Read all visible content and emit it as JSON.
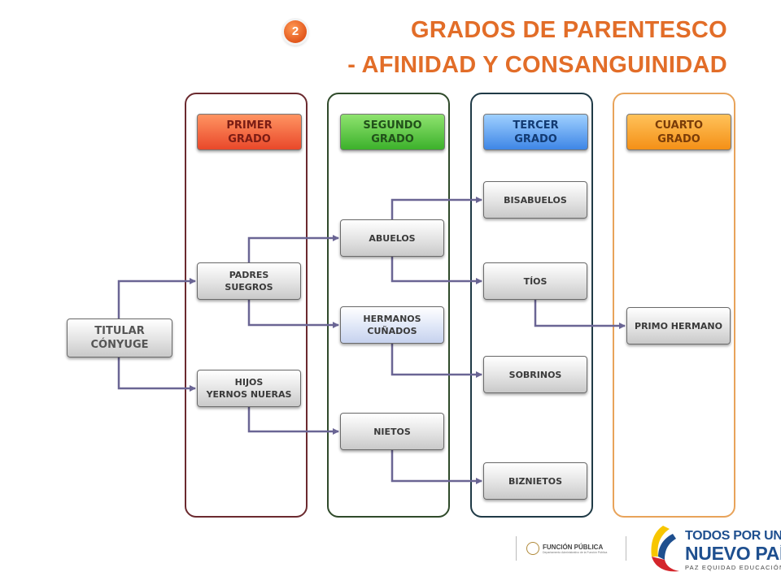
{
  "slide": {
    "badge": "2",
    "title_line1": "GRADOS DE PARENTESCO",
    "title_line2": "- AFINIDAD Y CONSANGUINIDAD"
  },
  "headers": [
    {
      "line1": "PRIMER",
      "line2": "GRADO"
    },
    {
      "line1": "SEGUNDO",
      "line2": "GRADO"
    },
    {
      "line1": "TERCER",
      "line2": "GRADO"
    },
    {
      "line1": "CUARTO",
      "line2": "GRADO"
    }
  ],
  "nodes": {
    "titular": {
      "line1": "TITULAR",
      "line2": "CÓNYUGE"
    },
    "padres": {
      "line1": "PADRES",
      "line2": "SUEGROS"
    },
    "hijos": {
      "line1": "HIJOS",
      "line2": "YERNOS NUERAS"
    },
    "abuelos": {
      "line1": "ABUELOS"
    },
    "hermanos": {
      "line1": "HERMANOS",
      "line2": "CUÑADOS"
    },
    "nietos": {
      "line1": "NIETOS"
    },
    "bisabuelos": {
      "line1": "BISABUELOS"
    },
    "tios": {
      "line1": "TÍOS"
    },
    "sobrinos": {
      "line1": "SOBRINOS"
    },
    "biznietos": {
      "line1": "BIZNIETOS"
    },
    "primo": {
      "line1": "PRIMO HERMANO"
    }
  },
  "edges": [
    [
      "titular",
      "padres"
    ],
    [
      "titular",
      "hijos"
    ],
    [
      "padres",
      "abuelos"
    ],
    [
      "padres",
      "hermanos"
    ],
    [
      "hijos",
      "nietos"
    ],
    [
      "abuelos",
      "bisabuelos"
    ],
    [
      "abuelos",
      "tios"
    ],
    [
      "hermanos",
      "sobrinos"
    ],
    [
      "nietos",
      "biznietos"
    ],
    [
      "tios",
      "primo"
    ]
  ],
  "footer": {
    "funcion_publica": "FUNCIÓN PÚBLICA",
    "funcion_publica_sub": "Departamento Administrativo de la Función Pública",
    "np_line1": "TODOS POR UN",
    "np_line2": "NUEVO PAÍS",
    "np_line3": "PAZ   EQUIDAD   EDUCACIÓN"
  },
  "colors": {
    "title": "#e26d28",
    "connector": "#6a6594",
    "flag_yellow": "#f7c600",
    "flag_blue": "#1e4f8f",
    "flag_red": "#d4252b"
  }
}
